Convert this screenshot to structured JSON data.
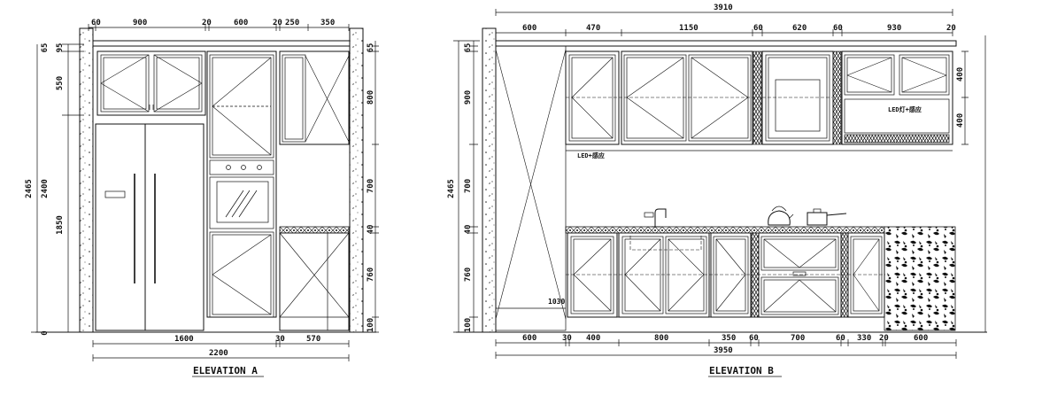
{
  "elevation_a": {
    "title": "ELEVATION A",
    "top_dims": [
      "60",
      "900",
      "20",
      "600",
      "20",
      "250",
      "350"
    ],
    "bottom_dims": [
      "1600",
      "30",
      "570"
    ],
    "total_width": "2200",
    "left_dims": [
      "2465",
      "2400",
      "1850",
      "0",
      "550",
      "95",
      "65"
    ],
    "right_dims": [
      "65",
      "800",
      "700",
      "40",
      "760",
      "100"
    ]
  },
  "elevation_b": {
    "title": "ELEVATION B",
    "total_top": "3910",
    "top_dims": [
      "600",
      "470",
      "1150",
      "60",
      "620",
      "60",
      "930",
      "20"
    ],
    "bottom_dims": [
      "600",
      "30",
      "400",
      "800",
      "350",
      "60",
      "700",
      "60",
      "330",
      "20",
      "600"
    ],
    "total_bottom": "3950",
    "left_dims": [
      "2465",
      "900",
      "65",
      "700",
      "40",
      "760",
      "100"
    ],
    "right_dims": [
      "400",
      "400"
    ],
    "notes": [
      "LED+感应",
      "LED灯+感应"
    ],
    "callout": "1030"
  }
}
